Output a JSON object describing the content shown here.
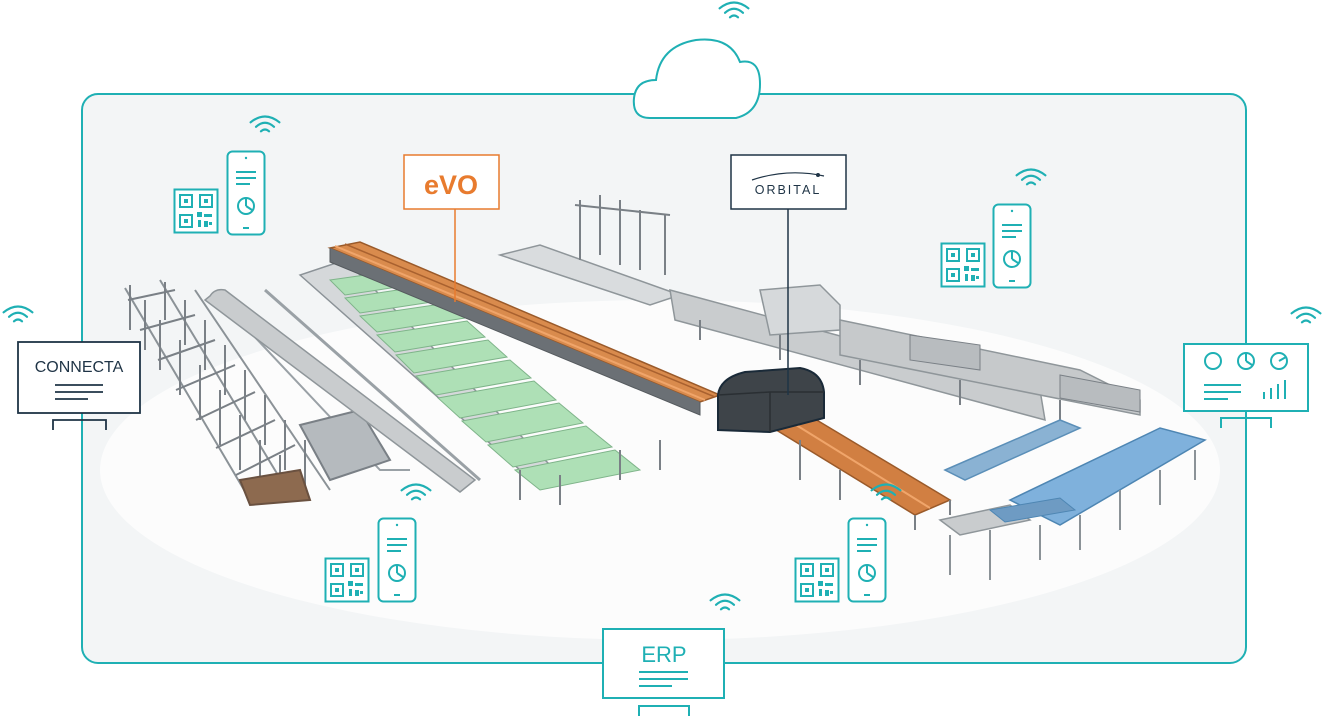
{
  "labels": {
    "evo_text": "eVO",
    "orbital_text": "ORBITAL",
    "connecta_text": "CONNECTA",
    "erp_text": "ERP"
  },
  "colors": {
    "teal": "#1fb0b4",
    "orange": "#e87b2e",
    "navy": "#1f3446",
    "frame_fill": "#f2f4f5",
    "copper": "#c8733a",
    "green_glass": "#a9d8b0",
    "steel": "#9aa1a6",
    "blue_belt": "#5b8fb8"
  },
  "icons": {
    "cloud": "cloud-icon",
    "wifi": "wifi-icon",
    "phone": "mobile-phone-icon",
    "qr": "qr-code-icon",
    "monitor": "monitor-icon",
    "dashboard": "dashboard-icon"
  }
}
